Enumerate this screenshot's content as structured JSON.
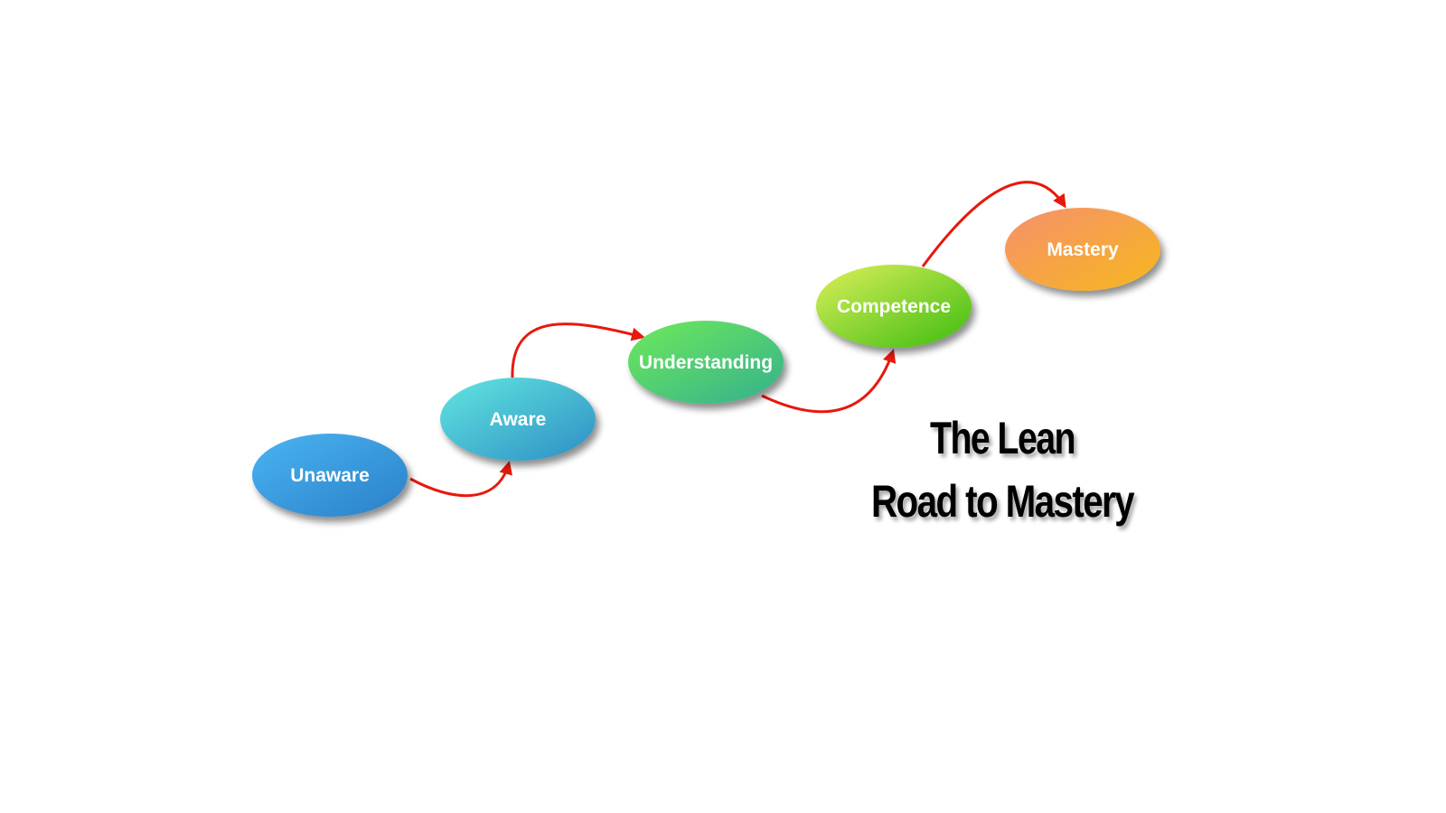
{
  "diagram": {
    "title_lines": [
      "The Lean",
      "Road to Mastery"
    ],
    "arrow_color": "#e8180c",
    "stages": [
      {
        "label": "Unaware",
        "colors": [
          "#4ab4f2",
          "#2a80c8"
        ]
      },
      {
        "label": "Aware",
        "colors": [
          "#62e6e0",
          "#2d8ec4"
        ]
      },
      {
        "label": "Understanding",
        "colors": [
          "#6eea5a",
          "#34b08e"
        ]
      },
      {
        "label": "Competence",
        "colors": [
          "#dcf05a",
          "#3cbc10"
        ]
      },
      {
        "label": "Mastery",
        "colors": [
          "#f6906e",
          "#f6b81c"
        ]
      }
    ],
    "connections": [
      {
        "from": "Unaware",
        "to": "Aware"
      },
      {
        "from": "Aware",
        "to": "Understanding"
      },
      {
        "from": "Understanding",
        "to": "Competence"
      },
      {
        "from": "Competence",
        "to": "Mastery"
      }
    ]
  }
}
